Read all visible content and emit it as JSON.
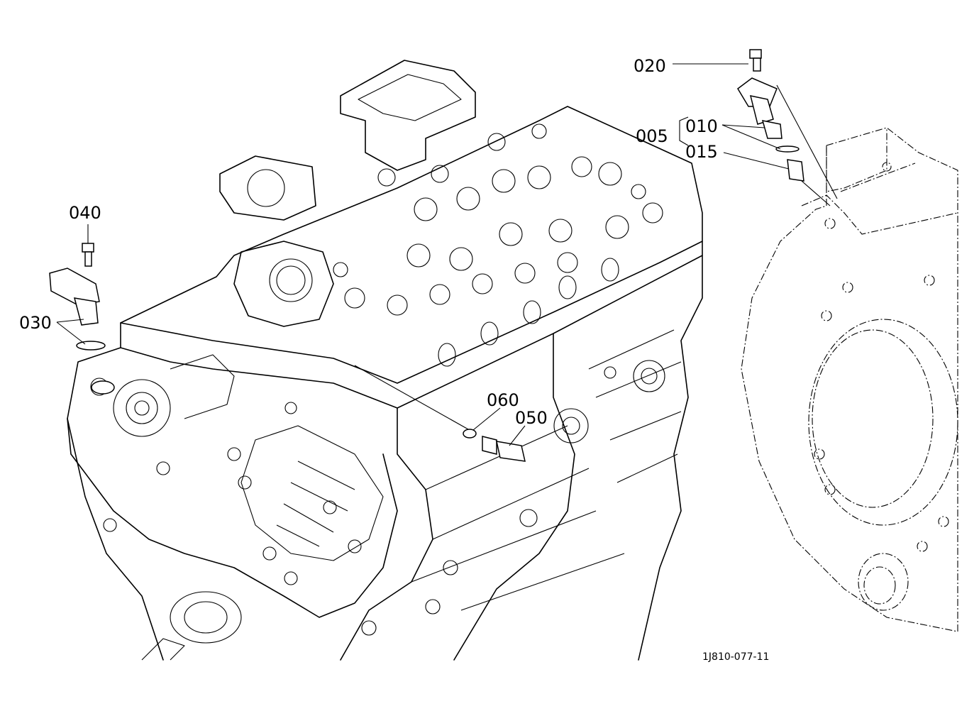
{
  "diagram": {
    "reference_code": "1J810-077-11",
    "parts": [
      {
        "id": "020",
        "label": "020"
      },
      {
        "id": "005",
        "label": "005"
      },
      {
        "id": "010",
        "label": "010"
      },
      {
        "id": "015",
        "label": "015"
      },
      {
        "id": "040",
        "label": "040"
      },
      {
        "id": "030",
        "label": "030"
      },
      {
        "id": "060",
        "label": "060"
      },
      {
        "id": "050",
        "label": "050"
      }
    ]
  }
}
